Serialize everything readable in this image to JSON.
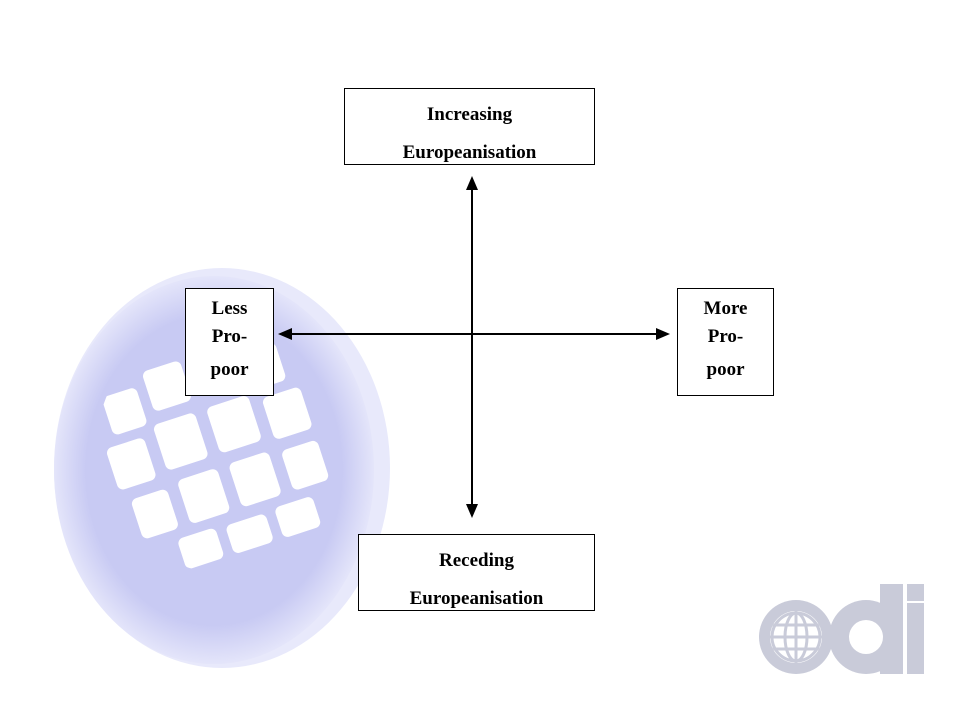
{
  "diagram": {
    "top_box": {
      "lines": [
        "Increasing",
        "Europeanisation"
      ]
    },
    "bottom_box": {
      "lines": [
        "Receding",
        "Europeanisation"
      ]
    },
    "left_box": {
      "lines": [
        "Less",
        "Pro-",
        "poor"
      ]
    },
    "right_box": {
      "lines": [
        "More",
        "Pro-",
        "poor"
      ]
    }
  },
  "branding": {
    "logo_text": "odi",
    "watermark_icon": "globe-icon",
    "logo_icon": "globe-icon"
  },
  "colors": {
    "watermark": "#c8caf3",
    "watermark_shadow": "#e6e7fa",
    "logo": "#c9cbd9",
    "arrows": "#000000",
    "box_border": "#000000"
  }
}
